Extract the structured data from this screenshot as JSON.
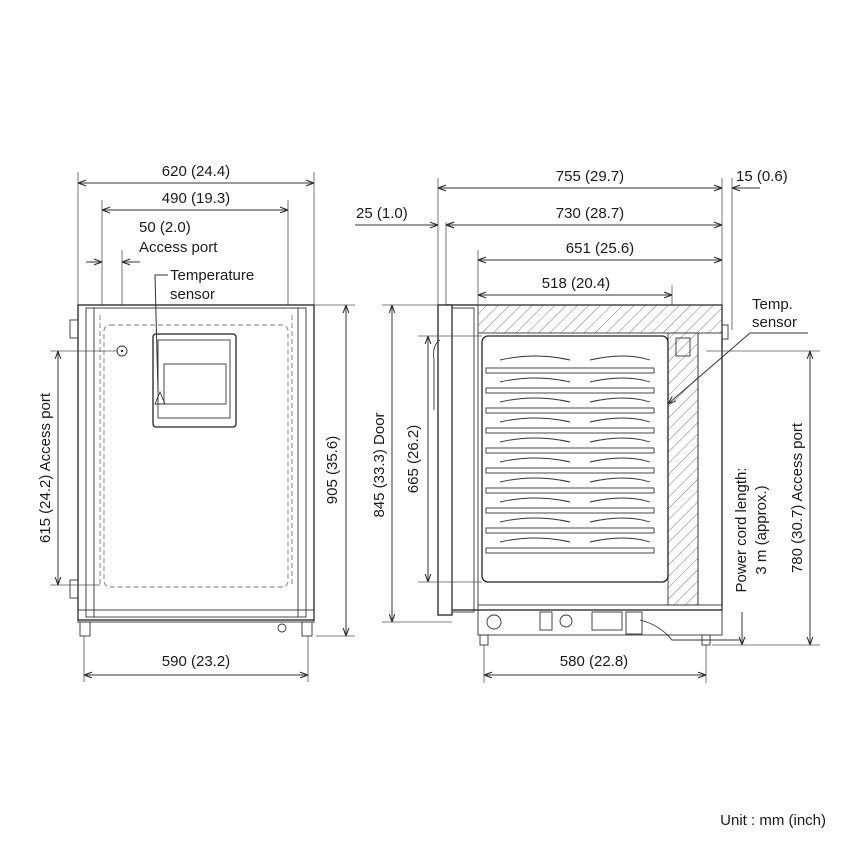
{
  "front_view": {
    "width_overall": "620 (24.4)",
    "width_inner": "490 (19.3)",
    "access_port_offset": "50 (2.0)",
    "access_port_label": "Access port",
    "temperature_sensor_line1": "Temperature",
    "temperature_sensor_line2": "sensor",
    "access_port_height": "615 (24.2) Access port",
    "height_overall": "905 (35.6)",
    "base_width": "590 (23.2)"
  },
  "side_view": {
    "depth_overall": "755 (29.7)",
    "rear_offset": "15 (0.6)",
    "door_thickness": "25 (1.0)",
    "depth_body": "730 (28.7)",
    "depth_inner": "651 (25.6)",
    "depth_shelf": "518 (20.4)",
    "temp_sensor_line1": "Temp.",
    "temp_sensor_line2": "sensor",
    "door_height": "845 (33.3) Door",
    "inner_height": "665 (26.2)",
    "power_cord_line1": "Power cord length:",
    "power_cord_line2": "3 m (approx.)",
    "access_port_height": "780 (30.7) Access port",
    "base_width": "580 (22.8)"
  },
  "unit_note": "Unit : mm (inch)"
}
